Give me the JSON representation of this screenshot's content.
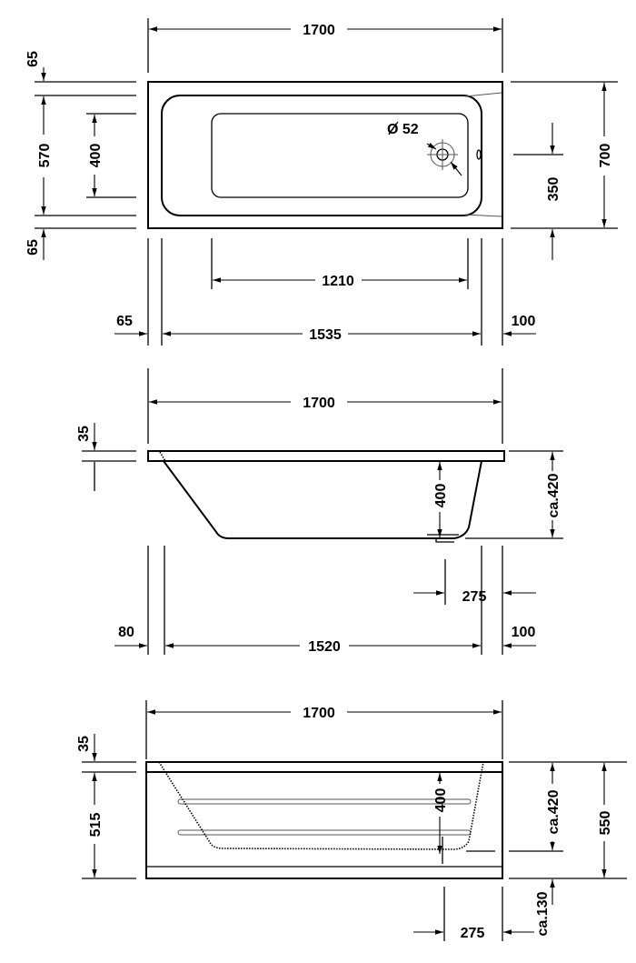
{
  "top_view": {
    "overall_length": "1700",
    "rim_top": "65",
    "inner_width": "570",
    "basin_width": "400",
    "rim_bottom": "65",
    "drain_diameter": "Ø 52",
    "overall_width": "700",
    "drain_offset": "350",
    "basin_length": "1210",
    "left_rim": "65",
    "inner_length": "1535",
    "right_rim": "100"
  },
  "side_view": {
    "overall_length": "1700",
    "rim_height": "35",
    "depth": "400",
    "height": "ca.420",
    "drain_offset": "275",
    "left_offset": "80",
    "inner_length": "1520",
    "right_offset": "100"
  },
  "front_view": {
    "overall_length": "1700",
    "rim_height": "35",
    "panel_height": "515",
    "depth": "400",
    "height": "ca.420",
    "total_height": "550",
    "feet_height": "ca.130",
    "drain_offset": "275"
  }
}
